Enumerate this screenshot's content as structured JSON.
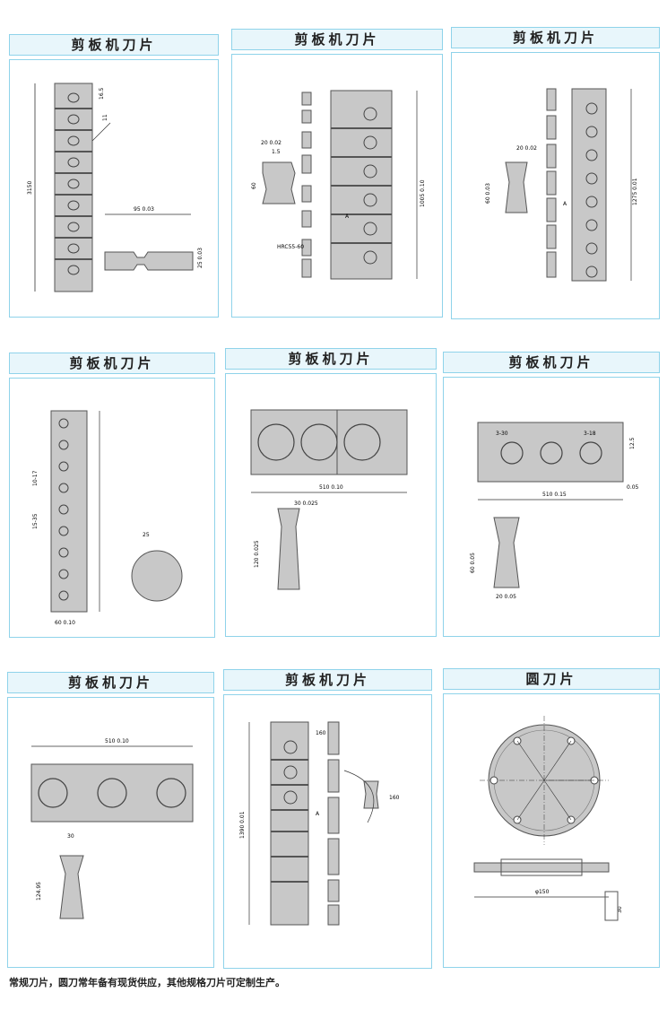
{
  "panels": [
    {
      "title": "剪板机刀片",
      "dims": [
        "3150",
        "95 0.03",
        "16.5",
        "11",
        "25 0.03"
      ]
    },
    {
      "title": "剪板机刀片",
      "dims": [
        "20 0.02",
        "1.5",
        "60",
        "HRC55-60",
        "1005 0.10",
        "A"
      ]
    },
    {
      "title": "剪板机刀片",
      "dims": [
        "20 0.02",
        "60 0.03",
        "1275 0.01",
        "A"
      ]
    },
    {
      "title": "剪板机刀片",
      "dims": [
        "10-17",
        "15-35",
        "60 0.10",
        "25"
      ]
    },
    {
      "title": "剪板机刀片",
      "dims": [
        "510 0.10",
        "30 0.025",
        "120 0.025"
      ]
    },
    {
      "title": "剪板机刀片",
      "dims": [
        "3-30",
        "3-18",
        "510 0.15",
        "0.05",
        "60 0.05",
        "20 0.05",
        "12.5"
      ]
    },
    {
      "title": "剪板机刀片",
      "dims": [
        "510 0.10",
        "30",
        "124.95"
      ]
    },
    {
      "title": "剪板机刀片",
      "dims": [
        "1390 0.01",
        "160",
        "A"
      ]
    },
    {
      "title": "圆刀片",
      "dims": [
        "φ150",
        "30"
      ]
    }
  ],
  "caption": "常规刀片，圆刀常年备有现货供应，其他规格刀片可定制生产。"
}
